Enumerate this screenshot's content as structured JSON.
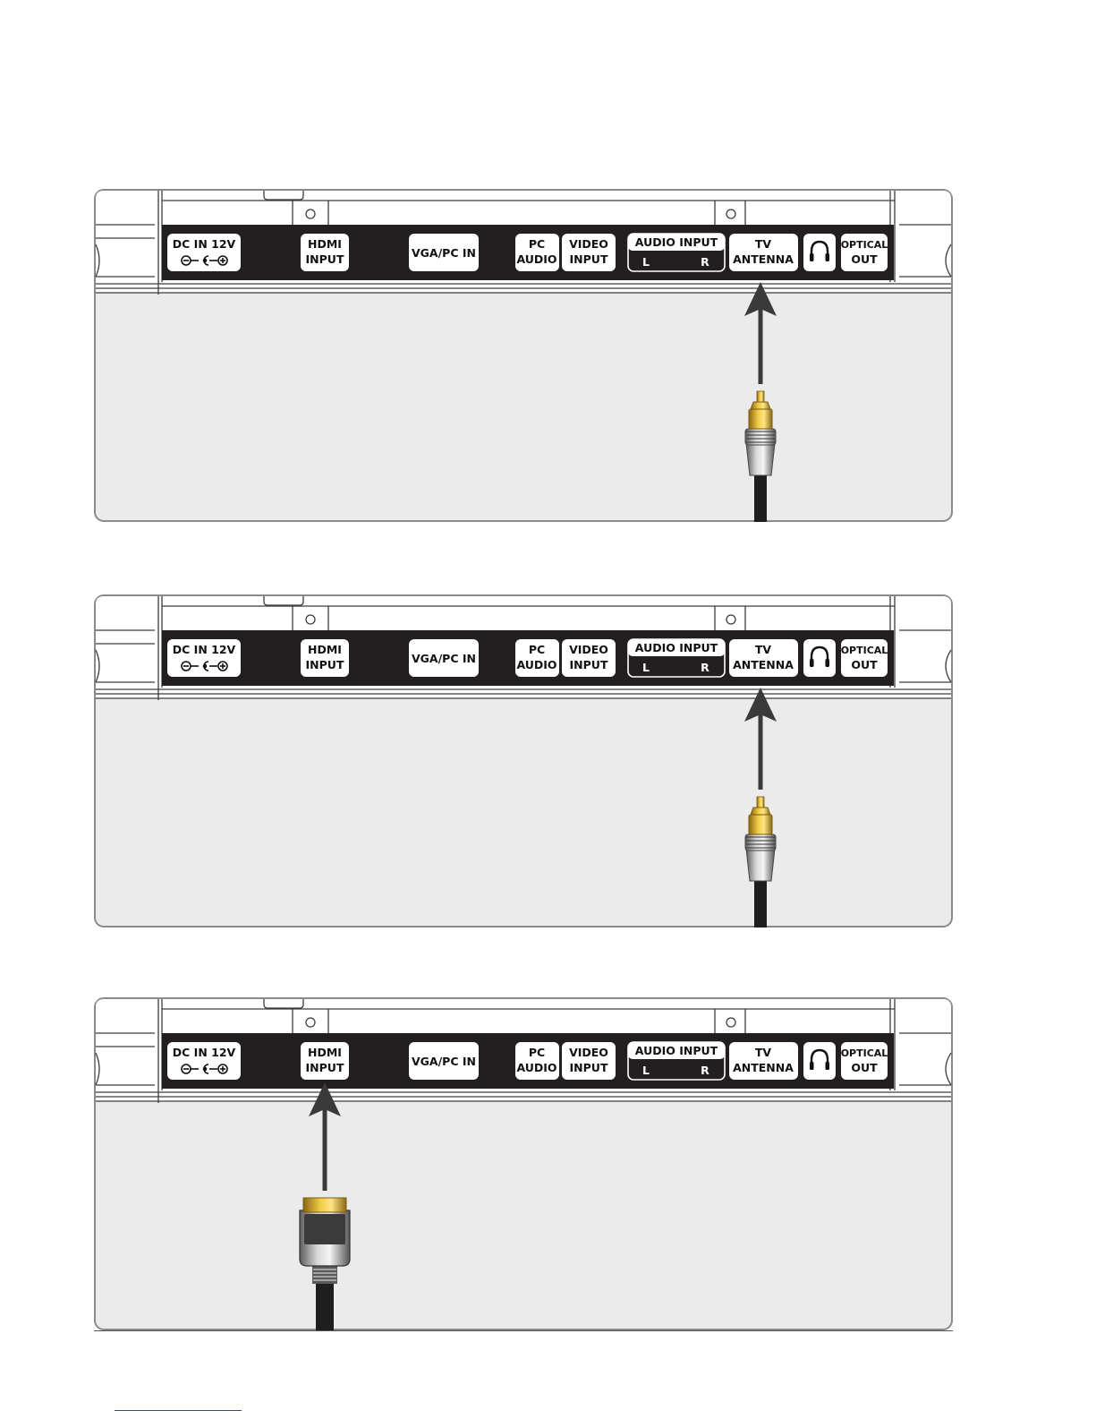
{
  "ports": {
    "dc_in": "DC IN 12V",
    "hdmi_line1": "HDMI",
    "hdmi_line2": "INPUT",
    "vga": "VGA/PC IN",
    "pc_line1": "PC",
    "pc_line2": "AUDIO",
    "video_line1": "VIDEO",
    "video_line2": "INPUT",
    "audio_input": "AUDIO INPUT",
    "audio_left": "L",
    "audio_right": "R",
    "tv_line1": "TV",
    "tv_line2": "ANTENNA",
    "optical_line1": "OPTICAL",
    "optical_line2": "OUT"
  },
  "icons": {
    "dc_polarity": "dc-polarity-icon",
    "headphones": "headphones-icon",
    "arrow": "arrow-up-icon",
    "coax_plug": "coax-cable-icon",
    "hdmi_plug": "hdmi-cable-icon"
  },
  "diagrams": [
    {
      "id": "d1",
      "target_port": "TV ANTENNA",
      "cable": "coax"
    },
    {
      "id": "d2",
      "target_port": "TV ANTENNA",
      "cable": "coax"
    },
    {
      "id": "d3",
      "target_port": "HDMI INPUT",
      "cable": "hdmi"
    }
  ],
  "colors": {
    "panel_background": "#ebebeb",
    "port_bar": "#231f20",
    "arrow": "#3a3a3a",
    "connector_gold": "#e5b62b",
    "footer_link": "#2b3cd4"
  }
}
